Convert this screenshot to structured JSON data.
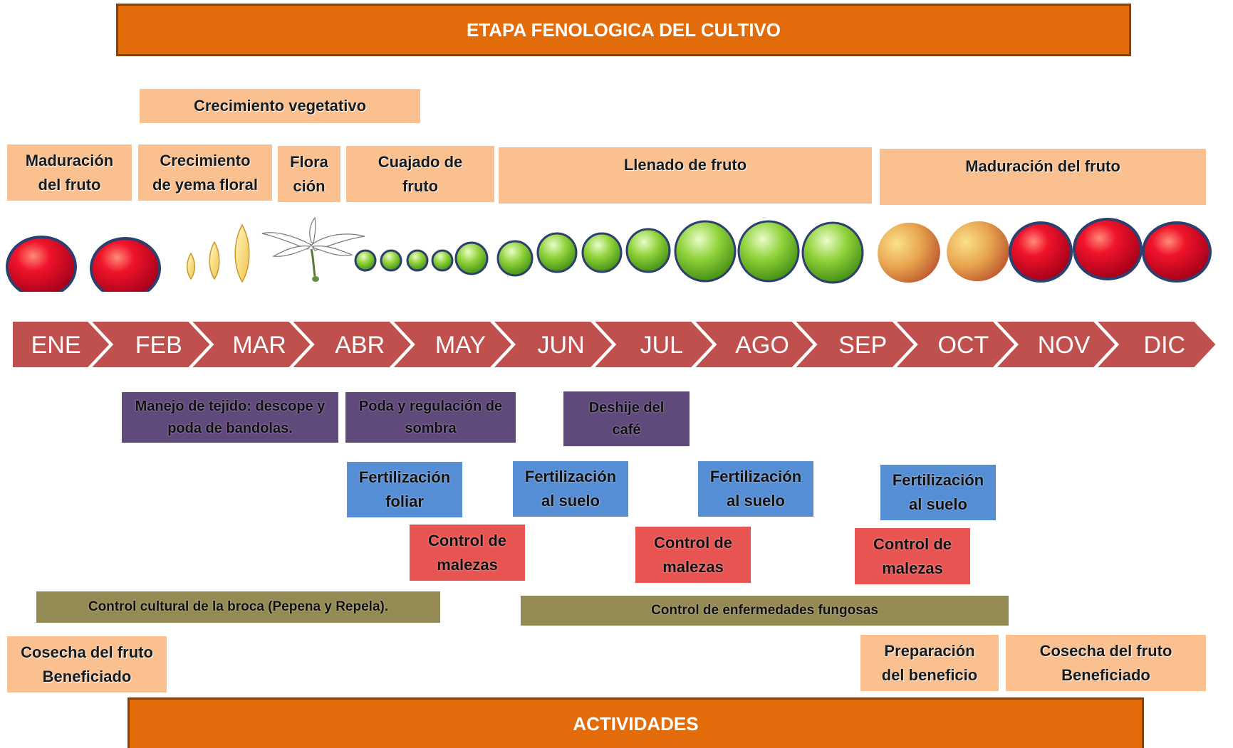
{
  "header": {
    "title": "ETAPA FENOLOGICA DEL CULTIVO"
  },
  "footer": {
    "title": "ACTIVIDADES"
  },
  "colors": {
    "banner": "#e36c0a",
    "stage": "#fac090",
    "arrow": "#c0504d",
    "tissue": "#604a7b",
    "fertilization": "#558ed5",
    "weed": "#e85452",
    "control": "#948a54"
  },
  "stages": {
    "vegetative": "Crecimiento vegetativo",
    "maturation_early": "Maduración\ndel fruto",
    "bud_growth": "Crecimiento\nde yema floral",
    "flowering": "Flora\nción",
    "fruit_set": "Cuajado de\nfruto",
    "filling": "Llenado de fruto",
    "maturation_late": "Maduración del fruto"
  },
  "months": [
    "ENE",
    "FEB",
    "MAR",
    "ABR",
    "MAY",
    "JUN",
    "JUL",
    "AGO",
    "SEP",
    "OCT",
    "NOV",
    "DIC"
  ],
  "activities": {
    "tissue": "Manejo de tejido: descope y\npoda de bandolas.",
    "pruning": "Poda y regulación de\nsombra",
    "deshije": "Deshije del\ncafé",
    "fert_foliar": "Fertilización\nfoliar",
    "fert_soil_1": "Fertilización\nal suelo",
    "fert_soil_2": "Fertilización\nal suelo",
    "fert_soil_3": "Fertilización\nal suelo",
    "weeds_1": "Control de\nmalezas",
    "weeds_2": "Control de\nmalezas",
    "weeds_3": "Control de\nmalezas",
    "broca": "Control cultural de la broca (Pepena y Repela).",
    "fungal": "Control de enfermedades fungosas",
    "harvest_early": "Cosecha del fruto\nBeneficiado",
    "prep": "Preparación\ndel beneficio",
    "harvest_late": "Cosecha del fruto\nBeneficiado"
  },
  "fruit_icons": [
    "red-cherry-icon",
    "red-cherry-icon",
    "flower-bud-icon",
    "flower-bud-icon",
    "flower-bud-icon",
    "coffee-flower-icon",
    "green-fruit-icon",
    "ripening-fruit-icon",
    "red-cherry-icon"
  ]
}
